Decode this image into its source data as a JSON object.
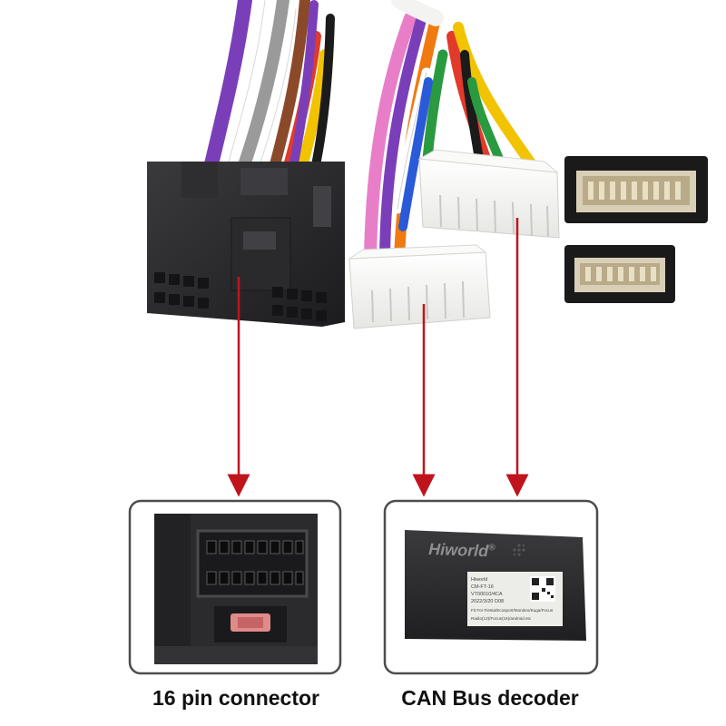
{
  "photo": {
    "captions": {
      "left": "16 pin connector",
      "right": "CAN Bus decoder"
    },
    "decoder": {
      "brand": "Hiworld",
      "brand_mark": "®",
      "label_lines": [
        "Hiworld",
        "CM-FT-16",
        "VT00010/4CA",
        "2022/3/20 D08",
        "Fit For Fiesta/Ecosport/Mondeo/Kuga/Focus",
        "Radio(12)/Focus(16)/android etc"
      ]
    },
    "colors": {
      "arrow": "#c0141c",
      "frame": "#4d4d4d",
      "connector": "#262628",
      "white_plug": "#f3f3f1",
      "decoder_body": "#2a2a2c",
      "fuse": "#e08a8a"
    },
    "wire_colors": [
      "#7a3fb8",
      "#ffffff",
      "#9a9a9a",
      "#f2c300",
      "#e23a2a",
      "#8a4a2a",
      "#1b1b1b",
      "#e87ec8",
      "#f07a10",
      "#2a9a40",
      "#2a5ad8",
      "#b0b0b0"
    ],
    "icons": [
      "arrow-down-icon",
      "speaker-grille-icon",
      "qr-code-icon"
    ]
  }
}
